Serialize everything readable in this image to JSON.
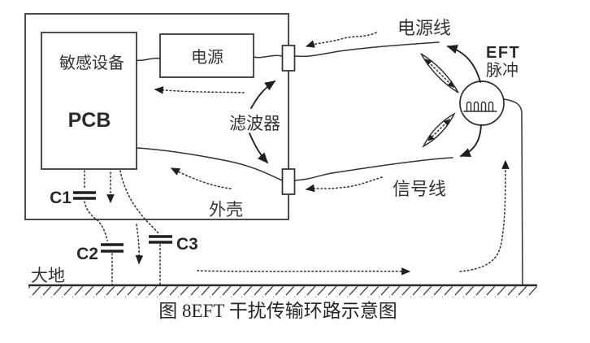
{
  "figure": {
    "caption": "图 8EFT 干扰传输环路示意图"
  },
  "labels": {
    "sensitive_device": "敏感设备",
    "pcb": "PCB",
    "power_supply": "电源",
    "power_line": "电源线",
    "eft": "EFT",
    "eft_pulse": "脉冲",
    "filter": "滤波器",
    "signal_line": "信号线",
    "enclosure": "外壳",
    "earth": "大地",
    "cap1": "C1",
    "cap2": "C2",
    "cap3": "C3"
  },
  "icons": {
    "eft_generator": "pulse-burst-icon",
    "coupling_upper": "em-coupling-icon",
    "coupling_lower": "em-coupling-icon",
    "ground": "ground-hatch-icon"
  },
  "colors": {
    "line": "#333333",
    "text": "#343434",
    "background": "#ffffff"
  }
}
